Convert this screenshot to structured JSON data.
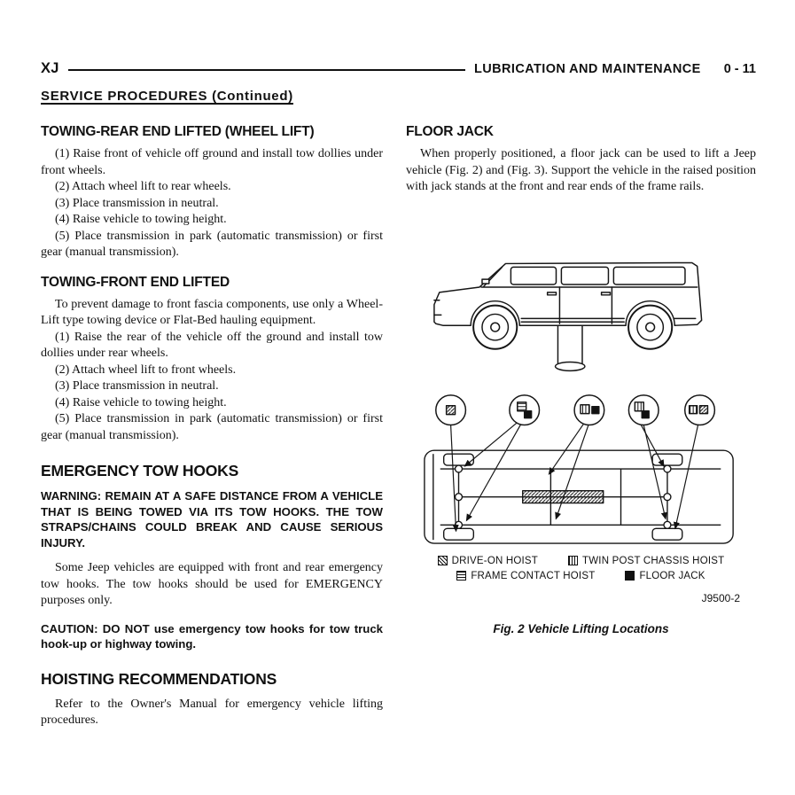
{
  "header": {
    "model": "XJ",
    "section": "LUBRICATION AND MAINTENANCE",
    "page": "0 - 11"
  },
  "subheader": "SERVICE PROCEDURES (Continued)",
  "left": {
    "towing_rear": {
      "title": "TOWING-REAR END LIFTED (WHEEL LIFT)",
      "steps": [
        "(1) Raise front of vehicle off ground and install tow dollies under front wheels.",
        "(2) Attach wheel lift to rear wheels.",
        "(3) Place transmission in neutral.",
        "(4) Raise vehicle to towing height.",
        "(5) Place transmission in park (automatic transmission) or first gear (manual transmission)."
      ]
    },
    "towing_front": {
      "title": "TOWING-FRONT END LIFTED",
      "intro": "To prevent damage to front fascia components, use only a Wheel-Lift type towing device or Flat-Bed hauling equipment.",
      "steps": [
        "(1) Raise the rear of the vehicle off the ground and install tow dollies under rear wheels.",
        "(2) Attach wheel lift to front wheels.",
        "(3) Place transmission in neutral.",
        "(4) Raise vehicle to towing height.",
        "(5) Place transmission in park (automatic transmission) or first gear (manual transmission)."
      ]
    },
    "tow_hooks": {
      "title": "EMERGENCY TOW HOOKS",
      "warning": "WARNING: REMAIN AT A SAFE DISTANCE FROM A VEHICLE THAT IS BEING TOWED VIA ITS TOW HOOKS. THE TOW STRAPS/CHAINS COULD BREAK AND CAUSE SERIOUS INJURY.",
      "body": "Some Jeep vehicles are equipped with front and rear emergency tow hooks. The tow hooks should be used for EMERGENCY purposes only.",
      "caution": "CAUTION: DO NOT use emergency tow hooks for tow truck hook-up or highway towing."
    },
    "hoisting": {
      "title": "HOISTING RECOMMENDATIONS",
      "body": "Refer to the Owner's Manual for emergency vehicle lifting procedures."
    }
  },
  "right": {
    "floor_jack": {
      "title": "FLOOR JACK",
      "body": "When properly positioned, a floor jack can be used to lift a Jeep vehicle (Fig. 2) and (Fig. 3). Support the vehicle in the raised position with jack stands at the front and rear ends of the frame rails."
    },
    "figure": {
      "legend": [
        {
          "label": "DRIVE-ON HOIST",
          "pattern": "diagonal-hatch"
        },
        {
          "label": "TWIN POST CHASSIS HOIST",
          "pattern": "vertical-lines"
        },
        {
          "label": "FRAME CONTACT HOIST",
          "pattern": "horizontal-lines"
        },
        {
          "label": "FLOOR JACK",
          "pattern": "solid-black"
        }
      ],
      "figure_code": "J9500-2",
      "caption": "Fig. 2 Vehicle Lifting Locations"
    }
  }
}
